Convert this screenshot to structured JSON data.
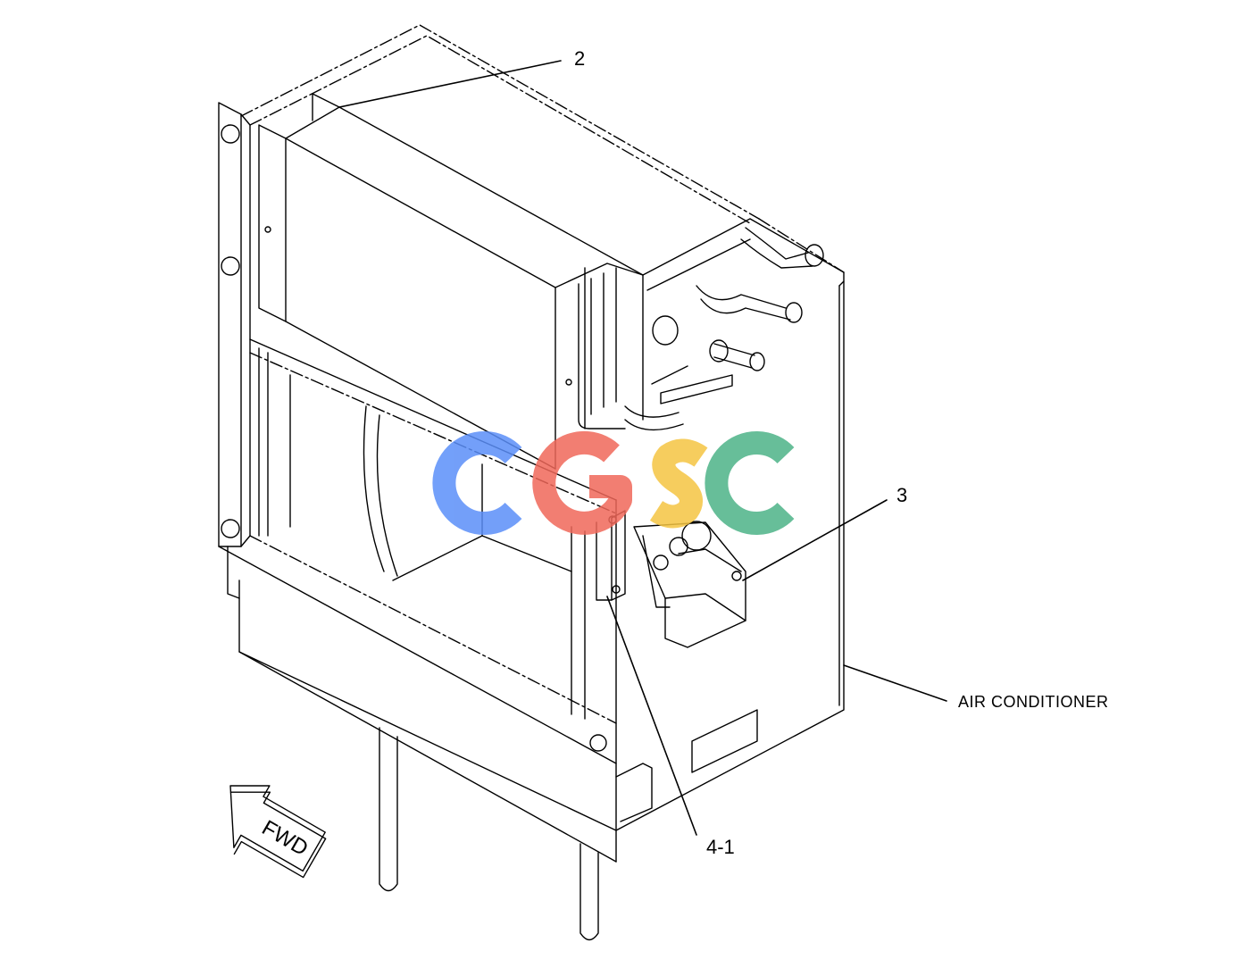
{
  "callouts": {
    "c2": "2",
    "c3": "3",
    "c41": "4-1",
    "ac": "AIR CONDITIONER"
  },
  "fwd_label": "FWD",
  "watermark": {
    "text": "CGSC",
    "colors": [
      "#5b8ff9",
      "#f0685a",
      "#f5c542",
      "#4db388"
    ]
  }
}
